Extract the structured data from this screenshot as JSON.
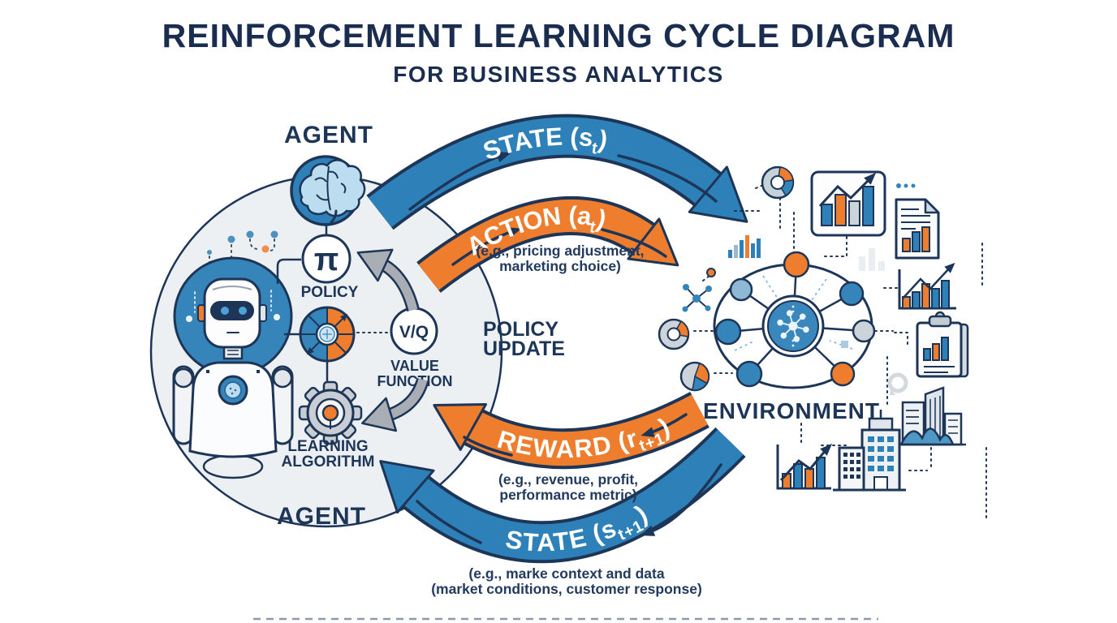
{
  "title": {
    "line1": "REINFORCEMENT LEARNING CYCLE DIAGRAM",
    "line2": "FOR BUSINESS ANALYTICS"
  },
  "agent": {
    "label_top": "AGENT",
    "label_bottom": "AGENT",
    "policy": {
      "symbol": "π",
      "label": "POLICY"
    },
    "value_function": {
      "symbol": "V/Q",
      "label_line1": "VALUE",
      "label_line2": "FUNCTION"
    },
    "learning_algorithm": {
      "label_line1": "LEARNING",
      "label_line2": "ALGORITHM"
    }
  },
  "environment": {
    "label": "ENVIRONMENT"
  },
  "arrows": {
    "state_t": {
      "pre": "STATE (s",
      "sub": "t",
      "post": ")"
    },
    "action_t": {
      "pre": "ACTION (a",
      "sub": "t",
      "post": ")",
      "note_line1": "(e.g., pricing adjustment,",
      "note_line2": "marketing choice)"
    },
    "reward_t1": {
      "pre": "REWARD (r",
      "sub": "t+1",
      "post": ")",
      "note_line1": "(e.g., revenue, profit,",
      "note_line2": "performance metric)"
    },
    "state_t1": {
      "pre": "STATE (s",
      "sub": "t+1",
      "post": ")",
      "note_line1": "(e.g., marke context and data",
      "note_line2": "(market conditions, customer response)"
    },
    "policy_update": {
      "label_line1": "POLICY",
      "label_line2": "UPDATE"
    }
  },
  "icons": {
    "agent_brain": "brain-icon",
    "policy": "pi-symbol-icon",
    "strategy_wheel": "target-wheel-icon",
    "value_function": "vq-circle-icon",
    "learning_algorithm": "gear-icon",
    "robot": "robot-icon",
    "environment_hub": "network-nodes-icon",
    "analytics": [
      "donut-chart-icon",
      "bar-chart-frame-icon",
      "document-chart-icon",
      "trend-chart-icon",
      "clipboard-chart-icon",
      "mini-bar-chart-icon",
      "molecule-icon",
      "donut-small-icon",
      "pie-chart-icon",
      "rising-bar-chart-icon",
      "office-buildings-icon",
      "cityscape-icon"
    ]
  },
  "colors": {
    "navy": "#1d3557",
    "blue": "#2e81b8",
    "light_blue": "#bcdcf0",
    "orange": "#ee7d2e",
    "gray": "#a9aeb5",
    "agent_circle_fill": "#edf0f3"
  }
}
